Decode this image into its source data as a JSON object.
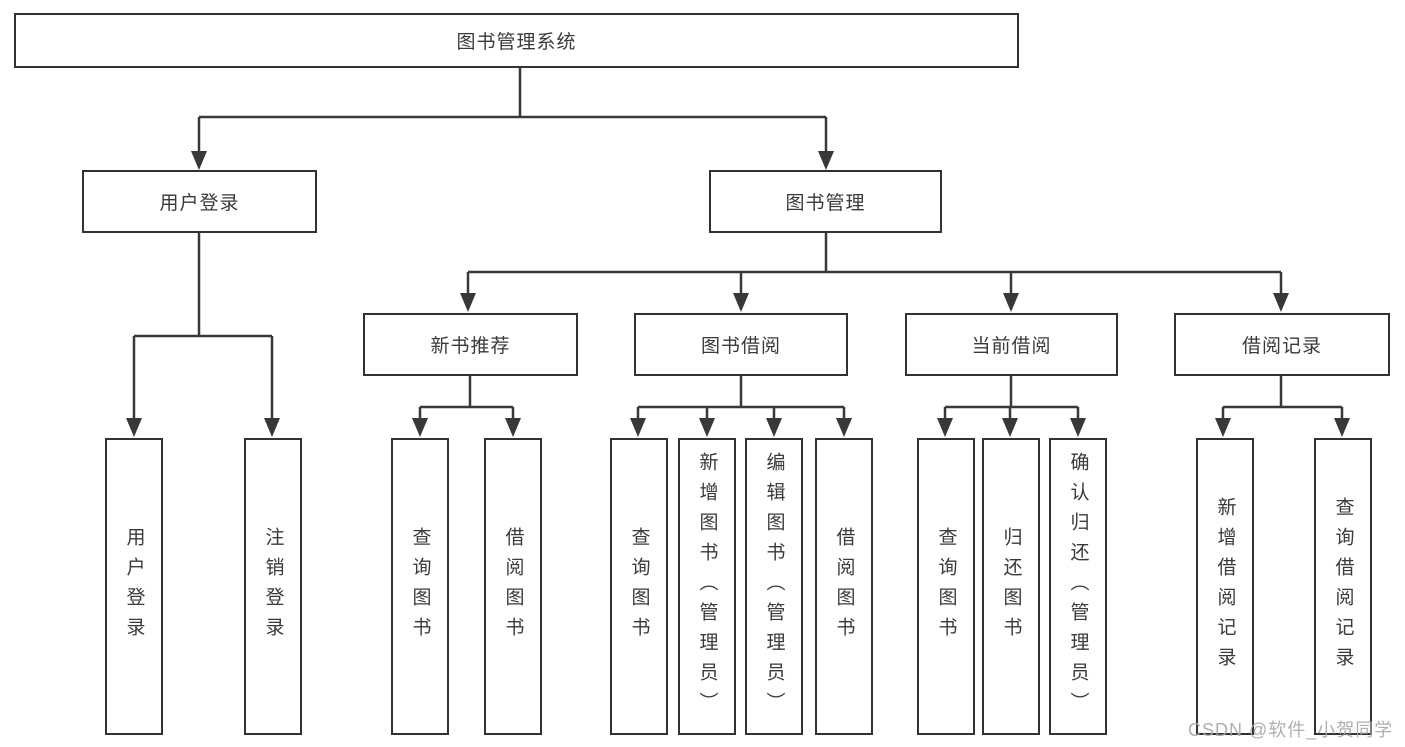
{
  "diagram": {
    "colors": {
      "line": "#383838",
      "border": "#323232",
      "text": "#3a3a3a",
      "background": "#ffffff",
      "watermark": "#a8a8a8"
    },
    "watermark": "CSDN @软件_小贺同学",
    "nodes": {
      "root": {
        "label": "图书管理系统"
      },
      "user_login": {
        "label": "用户登录"
      },
      "book_management": {
        "label": "图书管理"
      },
      "new_book_recommend": {
        "label": "新书推荐"
      },
      "book_borrow": {
        "label": "图书借阅"
      },
      "current_borrow": {
        "label": "当前借阅"
      },
      "borrow_records": {
        "label": "借阅记录"
      },
      "leaf_user_login": {
        "label": "用户登录"
      },
      "leaf_logout": {
        "label": "注销登录"
      },
      "leaf_newbook_query": {
        "label": "查询图书"
      },
      "leaf_newbook_borrow": {
        "label": "借阅图书"
      },
      "leaf_borrow_query": {
        "label": "查询图书"
      },
      "leaf_borrow_add": {
        "label": "新增图书（管理员）"
      },
      "leaf_borrow_edit": {
        "label": "编辑图书（管理员）"
      },
      "leaf_borrow_borrow": {
        "label": "借阅图书"
      },
      "leaf_current_query": {
        "label": "查询图书"
      },
      "leaf_current_return": {
        "label": "归还图书"
      },
      "leaf_current_confirm": {
        "label": "确认归还（管理员）"
      },
      "leaf_records_add": {
        "label": "新增借阅记录"
      },
      "leaf_records_query": {
        "label": "查询借阅记录"
      }
    }
  }
}
